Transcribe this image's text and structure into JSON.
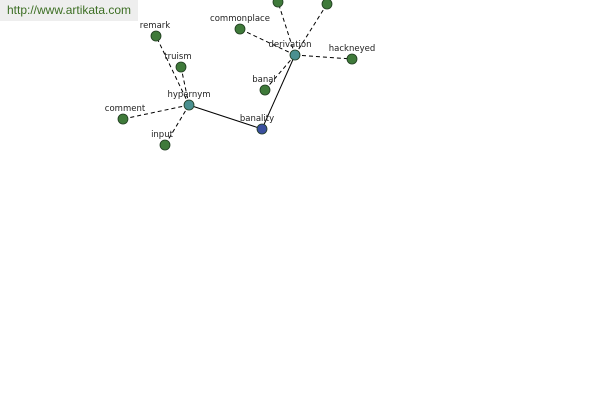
{
  "banner": {
    "url": "http://www.artikata.com"
  },
  "graph": {
    "colors": {
      "root": "#3a4f9e",
      "hub": "#4a9090",
      "leaf": "#3f7a3a",
      "edge": "#000000"
    },
    "nodes": [
      {
        "id": "banality",
        "label": "banality",
        "kind": "root"
      },
      {
        "id": "hypernym",
        "label": "hypernym",
        "kind": "hub"
      },
      {
        "id": "derivation",
        "label": "derivation",
        "kind": "hub"
      },
      {
        "id": "remark",
        "label": "remark",
        "kind": "leaf"
      },
      {
        "id": "truism",
        "label": "truism",
        "kind": "leaf"
      },
      {
        "id": "comment",
        "label": "comment",
        "kind": "leaf"
      },
      {
        "id": "input",
        "label": "input",
        "kind": "leaf"
      },
      {
        "id": "commonplace",
        "label": "commonplace",
        "kind": "leaf"
      },
      {
        "id": "banal",
        "label": "banal",
        "kind": "leaf"
      },
      {
        "id": "hackneyed",
        "label": "hackneyed",
        "kind": "leaf"
      },
      {
        "id": "top-left-leaf",
        "label": "",
        "kind": "leaf"
      },
      {
        "id": "top-right-leaf",
        "label": "",
        "kind": "leaf"
      }
    ],
    "edges": [
      {
        "from": "banality",
        "to": "hypernym",
        "style": "solid"
      },
      {
        "from": "banality",
        "to": "derivation",
        "style": "solid"
      },
      {
        "from": "hypernym",
        "to": "remark",
        "style": "dashed"
      },
      {
        "from": "hypernym",
        "to": "truism",
        "style": "dashed"
      },
      {
        "from": "hypernym",
        "to": "comment",
        "style": "dashed"
      },
      {
        "from": "hypernym",
        "to": "input",
        "style": "dashed"
      },
      {
        "from": "derivation",
        "to": "commonplace",
        "style": "dashed"
      },
      {
        "from": "derivation",
        "to": "banal",
        "style": "dashed"
      },
      {
        "from": "derivation",
        "to": "hackneyed",
        "style": "dashed"
      },
      {
        "from": "derivation",
        "to": "top-left-leaf",
        "style": "dashed"
      },
      {
        "from": "derivation",
        "to": "top-right-leaf",
        "style": "dashed"
      }
    ]
  }
}
